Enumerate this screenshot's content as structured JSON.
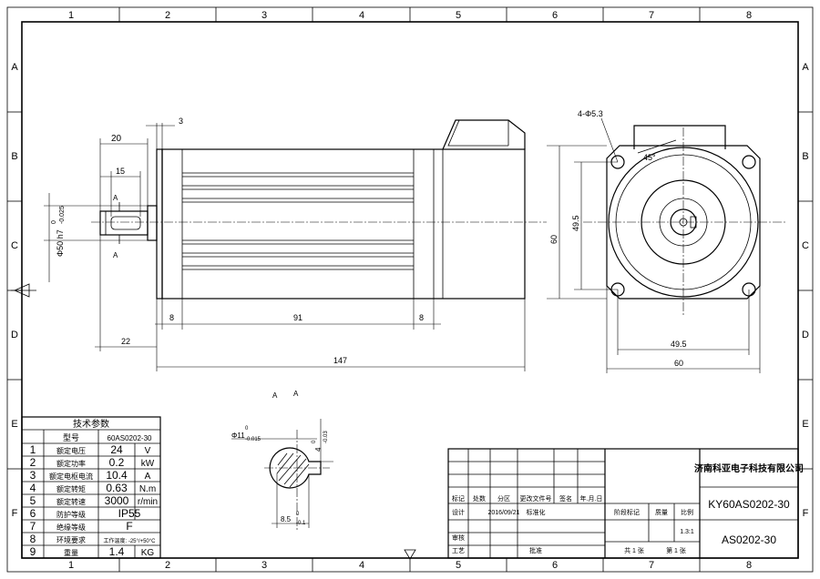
{
  "border": {
    "columns": [
      "1",
      "2",
      "3",
      "4",
      "5",
      "6",
      "7",
      "8"
    ],
    "rows": [
      "A",
      "B",
      "C",
      "D",
      "E",
      "F"
    ]
  },
  "front_view": {
    "dims": {
      "d3": "3",
      "d20": "20",
      "d15": "15",
      "shaft_dia_main": "Φ50 h7",
      "shaft_dia_tol_top": "0",
      "shaft_dia_tol_bottom": "-0.025",
      "d8_left": "8",
      "d91": "91",
      "d8_right": "8",
      "d22": "22",
      "d147": "147",
      "section_a_top": "A",
      "section_a_bottom": "A"
    }
  },
  "side_view": {
    "holes": "4-Φ5.3",
    "angle": "45°",
    "d60_v": "60",
    "d49_5_v": "49.5",
    "d49_5_h": "49.5",
    "d60_h": "60"
  },
  "section_view": {
    "title_a1": "A",
    "title_a2": "A",
    "dia_main": "Φ11",
    "dia_tol_top": "0",
    "dia_tol_bottom": "-0.015",
    "key_main": "4",
    "key_tol_top": "0",
    "key_tol_bottom": "-0.03",
    "depth_main": "8.5",
    "depth_tol_top": "0",
    "depth_tol_bottom": "-0.1"
  },
  "spec_table": {
    "header": "技术参数",
    "model_label": "型号",
    "model_value": "60AS0202-30",
    "rows": [
      {
        "no": "1",
        "name": "额定电压",
        "value": "24",
        "unit": "V"
      },
      {
        "no": "2",
        "name": "额定功率",
        "value": "0.2",
        "unit": "kW"
      },
      {
        "no": "3",
        "name": "额定电枢电流",
        "value": "10.4",
        "unit": "A"
      },
      {
        "no": "4",
        "name": "额定转矩",
        "value": "0.63",
        "unit": "N.m"
      },
      {
        "no": "5",
        "name": "额定转速",
        "value": "3000",
        "unit": "r/min"
      },
      {
        "no": "6",
        "name": "防护等级",
        "value": "IP55",
        "unit": ""
      },
      {
        "no": "7",
        "name": "绝缘等级",
        "value": "F",
        "unit": ""
      },
      {
        "no": "8",
        "name": "环境要求",
        "value": "工作温度: -25°/+50°C",
        "unit": ""
      },
      {
        "no": "9",
        "name": "重量",
        "value": "1.4",
        "unit": "KG"
      }
    ]
  },
  "title_block": {
    "company": "济南科亚电子科技有限公司",
    "drawing_name": "KY60AS0202-30",
    "drawing_no": "AS0202-30",
    "h_mark": "标记",
    "h_count": "处数",
    "h_zone": "分区",
    "h_change": "更改文件号",
    "h_sign": "签名",
    "h_date": "年.月.日",
    "design": "设计",
    "date": "2016/09/21",
    "standard": "标准化",
    "review": "审核",
    "process": "工艺",
    "approve": "批准",
    "stage": "阶段标记",
    "weight": "质量",
    "scale_label": "比例",
    "scale": "1.3:1",
    "sheets": "共 1 张",
    "sheet_no": "第 1 张"
  }
}
